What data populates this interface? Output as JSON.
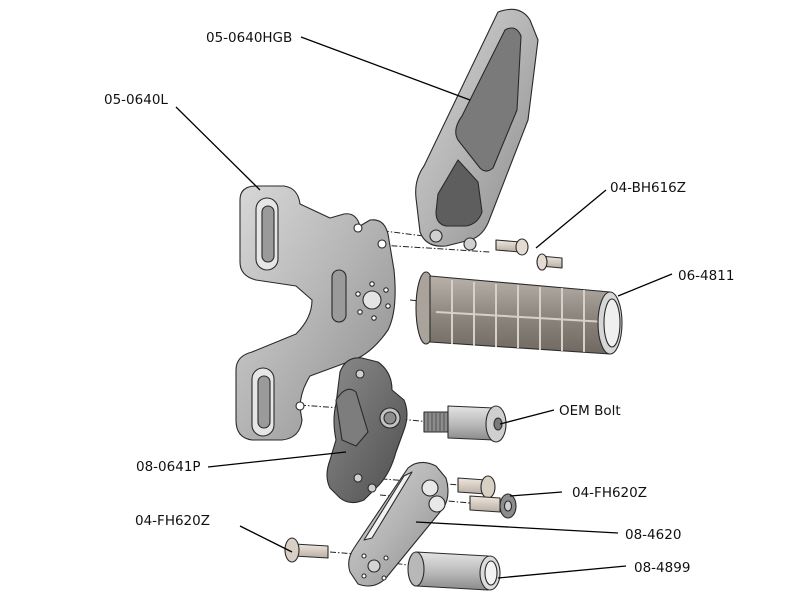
{
  "title": "Rearset exploded parts diagram",
  "colors": {
    "metal_light": "#c9c9c9",
    "metal_mid": "#a4a4a4",
    "metal_dark": "#6e6e6e",
    "anodized_dark": "#5a5a5a",
    "fastener": "#d9cfc4",
    "grip_rubber": "#8c857d",
    "leader_line": "#000000"
  },
  "parts": [
    {
      "id": "heel-guard",
      "part_number": "05-0640HGB",
      "description": "Heel guard plate"
    },
    {
      "id": "main-bracket",
      "part_number": "05-0640L",
      "description": "Left rearset mounting bracket"
    },
    {
      "id": "button-head-bolts",
      "part_number": "04-BH616Z",
      "description": "Button head bolts (x2)"
    },
    {
      "id": "footpeg-grip",
      "part_number": "06-4811",
      "description": "Rubber footpeg"
    },
    {
      "id": "oem-bolt",
      "part_number": "OEM Bolt",
      "description": "Original equipment pivot bolt"
    },
    {
      "id": "pivot-plate",
      "part_number": "08-0641P",
      "description": "Pivot plate"
    },
    {
      "id": "flat-head-bolts-right",
      "part_number": "04-FH620Z",
      "description": "Flat head bolts (x2)"
    },
    {
      "id": "lever-arm",
      "part_number": "08-4620",
      "description": "Lever arm"
    },
    {
      "id": "flat-head-bolt-left",
      "part_number": "04-FH620Z",
      "description": "Flat head bolt"
    },
    {
      "id": "spacer-tube",
      "part_number": "08-4899",
      "description": "Spacer tube"
    }
  ]
}
